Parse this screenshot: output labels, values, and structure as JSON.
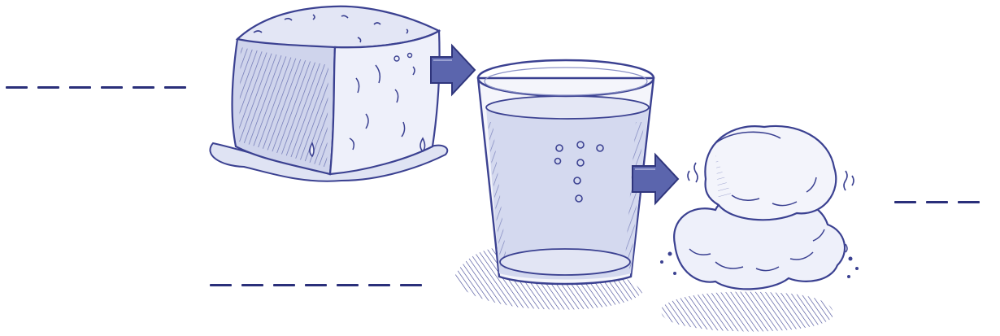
{
  "figure": {
    "panels": [
      {
        "subject": "ice-cube",
        "answer_blank_dashes": 6
      },
      {
        "subject": "glass-of-water",
        "answer_blank_dashes": 7
      },
      {
        "subject": "cloud-of-steam",
        "answer_blank_dashes": 3
      }
    ],
    "colors": {
      "ink": "#3b4191",
      "fill_light": "#e8ebf6",
      "fill_mid": "#c9cfea",
      "shade": "#5a62a8",
      "arrow": "#5b65ad",
      "blank": "#2a2f7a"
    },
    "icons": [
      "ice-cube-illustration",
      "arrow-right-icon",
      "water-glass-illustration",
      "arrow-right-icon",
      "steam-cloud-illustration"
    ]
  }
}
